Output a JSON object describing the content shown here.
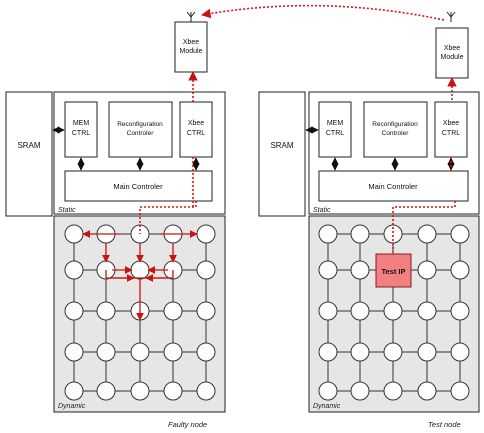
{
  "colors": {
    "accent_red": "#cc1111",
    "test_ip_fill": "#f28080",
    "dynamic_bg": "#e6e6e6"
  },
  "left": {
    "sram": "SRAM",
    "xbee_module": [
      "Xbee",
      "Module"
    ],
    "mem_ctrl": [
      "MEM",
      "CTRL"
    ],
    "reconfig": [
      "Reconfiguration",
      "Controler"
    ],
    "xbee_ctrl": [
      "Xbee",
      "CTRL"
    ],
    "main": "Main Controler",
    "static": "Static",
    "dynamic": "Dynamic",
    "caption": "Faulty node"
  },
  "right": {
    "sram": "SRAM",
    "xbee_module": [
      "Xbee",
      "Module"
    ],
    "mem_ctrl": [
      "MEM",
      "CTRL"
    ],
    "reconfig": [
      "Reconfiguration",
      "Controler"
    ],
    "xbee_ctrl": [
      "Xbee",
      "CTRL"
    ],
    "main": "Main Controler",
    "static": "Static",
    "dynamic": "Dynamic",
    "test_ip": "Test IP",
    "caption": "Test node"
  }
}
